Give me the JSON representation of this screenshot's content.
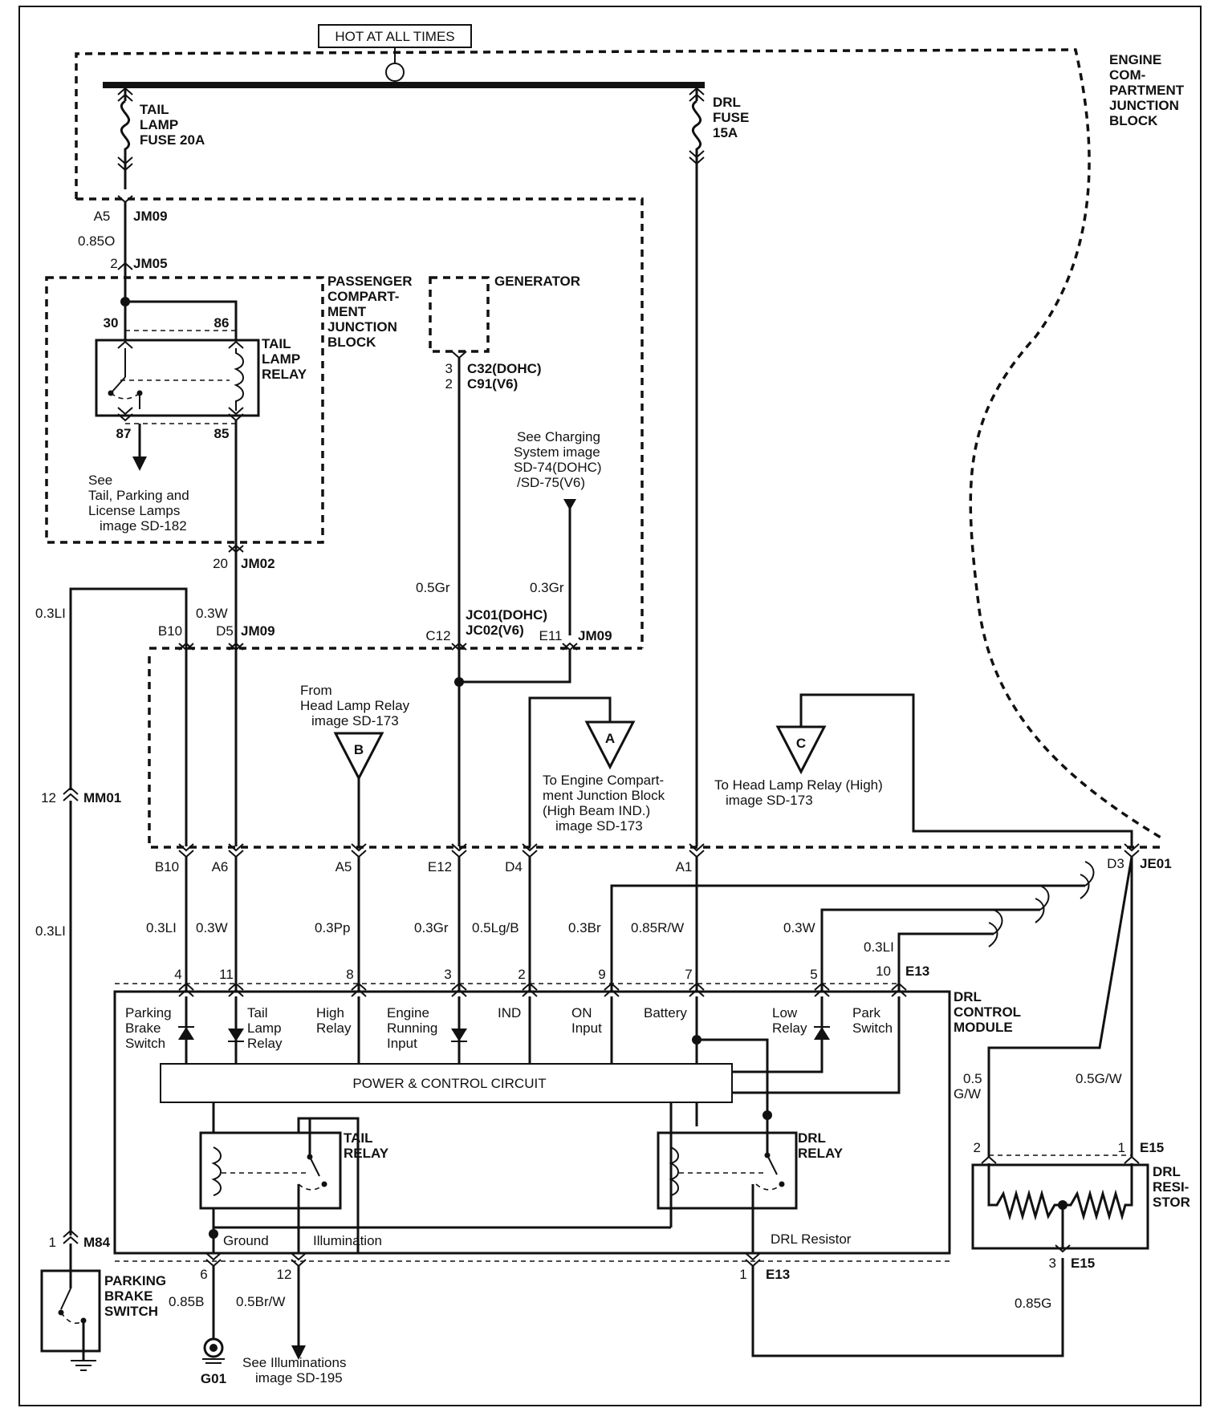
{
  "page": {
    "background": "#ffffff",
    "ink": "#111111"
  },
  "top": {
    "hot_at_all_times": "HOT AT ALL TIMES"
  },
  "blocks": {
    "engine_junction": [
      "ENGINE",
      "COM-",
      "PARTMENT",
      "JUNCTION",
      "BLOCK"
    ],
    "passenger_junction": [
      "PASSENGER",
      "COMPART-",
      "MENT",
      "JUNCTION",
      "BLOCK"
    ],
    "generator": "GENERATOR",
    "drl_control_module": [
      "DRL",
      "CONTROL",
      "MODULE"
    ]
  },
  "fuses": {
    "tail": [
      "TAIL",
      "LAMP",
      "FUSE 20A"
    ],
    "drl": [
      "DRL",
      "FUSE",
      "15A"
    ]
  },
  "tail_lamp_relay": {
    "name": [
      "TAIL",
      "LAMP",
      "RELAY"
    ],
    "pins": [
      "30",
      "86",
      "87",
      "85"
    ],
    "note": [
      "See",
      "Tail, Parking and",
      "License Lamps",
      "image SD-182"
    ]
  },
  "connectors": {
    "a5_jm09": {
      "pin": "A5",
      "name": "JM09"
    },
    "p2_jm05": {
      "pin": "2",
      "name": "JM05"
    },
    "p20_jm02": {
      "pin": "20",
      "name": "JM02"
    },
    "b10_top": "B10",
    "d5_jm09": {
      "pin": "D5",
      "name": "JM09"
    },
    "c12": "C12",
    "jc01": "JC01(DOHC)",
    "jc02": "JC02(V6)",
    "e11_jm09": {
      "pin": "E11",
      "name": "JM09"
    },
    "c32": {
      "pin": "3",
      "name": "C32(DOHC)"
    },
    "c91": {
      "pin": "2",
      "name": "C91(V6)"
    },
    "mm01": {
      "pin": "12",
      "name": "MM01"
    },
    "m84": {
      "pin": "1",
      "name": "M84"
    },
    "bottom_row": [
      "B10",
      "A6",
      "A5",
      "E12",
      "D4",
      "A1"
    ],
    "d3_je01": {
      "pin": "D3",
      "name": "JE01"
    },
    "e13_top": {
      "pin": "10",
      "name": "E13"
    },
    "module_pins": [
      "4",
      "11",
      "8",
      "3",
      "2",
      "9",
      "7",
      "5"
    ],
    "e15_top": {
      "pins": [
        "2",
        "1"
      ],
      "name": "E15"
    },
    "e15_bottom": {
      "pin": "3",
      "name": "E15"
    },
    "e13_bottom": {
      "pin": "1",
      "name": "E13"
    },
    "ground_pin": "6",
    "illum_pin": "12"
  },
  "wires": {
    "w_085o": "0.85O",
    "w_03li_a": "0.3LI",
    "w_03w_a": "0.3W",
    "w_05gr_a": "0.5Gr",
    "w_03gr_a": "0.3Gr",
    "w_03li_b": "0.3LI",
    "w_03li_c": "0.3LI",
    "w_03w_b": "0.3W",
    "w_03pp": "0.3Pp",
    "w_03gr_b": "0.3Gr",
    "w_05lgb": "0.5Lg/B",
    "w_03br": "0.3Br",
    "w_085rw": "0.85R/W",
    "w_03w_c": "0.3W",
    "w_03li_d": "0.3LI",
    "w_05gw_left": [
      "0.5",
      "G/W"
    ],
    "w_05gw_right": "0.5G/W",
    "w_085b": "0.85B",
    "w_05brw": "0.5Br/W",
    "w_085g": "0.85G"
  },
  "notes": {
    "charging": [
      "See Charging",
      "System image",
      "SD-74(DOHC)",
      "/SD-75(V6)"
    ],
    "from_head_lamp": [
      "From",
      "Head Lamp Relay",
      "image SD-173"
    ],
    "to_engine_compartment": [
      "To Engine Compart-",
      "ment Junction Block",
      "(High Beam IND.)",
      "image SD-173"
    ],
    "to_head_lamp_high": [
      "To Head Lamp Relay (High)",
      "image SD-173"
    ],
    "illuminations": [
      "See Illuminations",
      "image SD-195"
    ]
  },
  "offpage": {
    "a": "A",
    "b": "B",
    "c": "C"
  },
  "module_inputs": {
    "parking_brake_switch": [
      "Parking",
      "Brake",
      "Switch"
    ],
    "tail_lamp_relay": [
      "Tail",
      "Lamp",
      "Relay"
    ],
    "high_relay": [
      "High",
      "Relay"
    ],
    "engine_running": [
      "Engine",
      "Running",
      "Input"
    ],
    "ind": "IND",
    "on_input": [
      "ON",
      "Input"
    ],
    "battery": "Battery",
    "low_relay": [
      "Low",
      "Relay"
    ],
    "park_switch": [
      "Park",
      "Switch"
    ]
  },
  "module_internal": {
    "power_control": "POWER & CONTROL CIRCUIT",
    "tail_relay": [
      "TAIL",
      "RELAY"
    ],
    "drl_relay": [
      "DRL",
      "RELAY"
    ],
    "ground": "Ground",
    "illumination": "Illumination",
    "drl_resistor_out": "DRL Resistor"
  },
  "drl_resistor": [
    "DRL",
    "RESI-",
    "STOR"
  ],
  "parking_brake_switch": [
    "PARKING",
    "BRAKE",
    "SWITCH"
  ],
  "ground": "G01"
}
